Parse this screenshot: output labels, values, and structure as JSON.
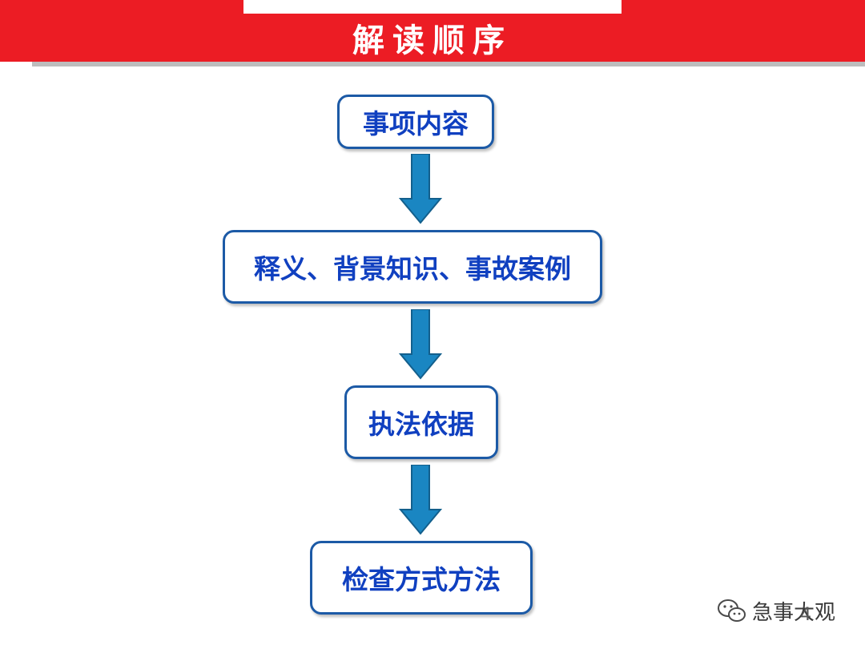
{
  "header": {
    "title": "解读顺序",
    "band_color": "#ec1c24"
  },
  "flow": {
    "steps": [
      {
        "label": "事项内容"
      },
      {
        "label": "释义、背景知识、事故案例"
      },
      {
        "label": "执法依据"
      },
      {
        "label": "检查方式方法"
      }
    ],
    "arrow_color": "#1a86c2",
    "box_border_color": "#1c5aa6",
    "text_color": "#1040c0"
  },
  "watermark": {
    "icon": "wechat-icon",
    "text": "急事大观"
  },
  "page_number": "4"
}
